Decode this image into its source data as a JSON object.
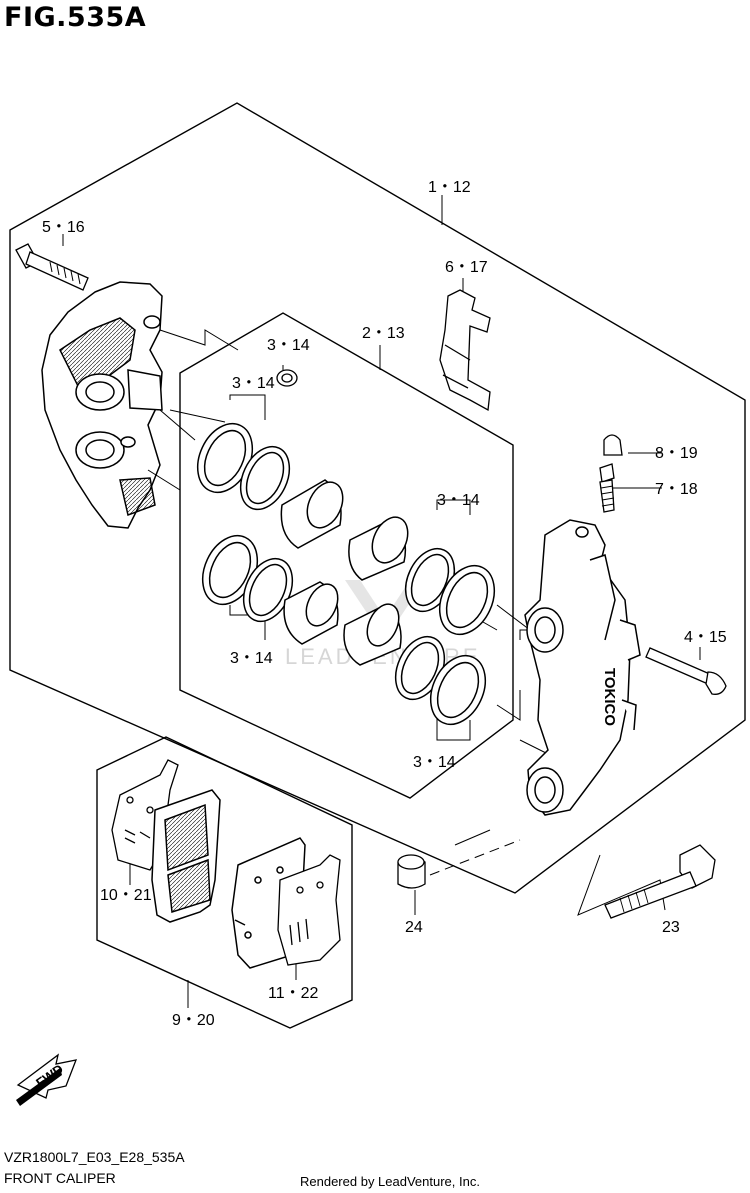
{
  "title": "FIG.535A",
  "footer": {
    "model_code": "VZR1800L7_E03_E28_535A",
    "diagram_name": "FRONT CALIPER",
    "rendered_by": "Rendered by LeadVenture, Inc."
  },
  "watermark": "LEADVENTURE",
  "callouts": {
    "c1_12": "1・12",
    "c5_16": "5・16",
    "c6_17": "6・17",
    "c2_13": "2・13",
    "c3_14_top": "3・14",
    "c3_14_left": "3・14",
    "c3_14_right": "3・14",
    "c3_14_lower_left": "3・14",
    "c3_14_lower_right": "3・14",
    "c8_19": "8・19",
    "c7_18": "7・18",
    "c4_15": "4・15",
    "c10_21": "10・21",
    "c11_22": "11・22",
    "c9_20": "9・20",
    "c24": "24",
    "c23": "23"
  },
  "fwd_label": "FWD",
  "caliper_brand": "TOKICO"
}
